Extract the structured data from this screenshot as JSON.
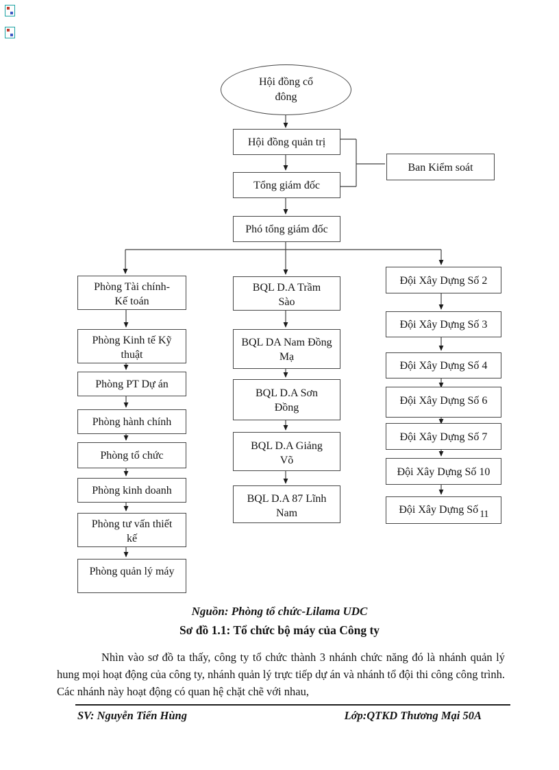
{
  "icons": {
    "image_placeholder_icon": "broken-image placeholder square"
  },
  "diagram": {
    "shareholders": {
      "l1": "Hội đồng cổ",
      "l2": "đông"
    },
    "board_of_directors": "Hội đồng quản trị",
    "supervisory_board": "Ban Kiểm soát",
    "general_director": "Tổng giám đốc",
    "deputy_general_director": "Phó tổng giám đốc",
    "departments": [
      {
        "l1": "Phòng Tài  chính-",
        "l2": "Kế toán"
      },
      {
        "l1": "Phòng Kinh tế Kỹ",
        "l2": "thuật"
      },
      {
        "l1": "Phòng PT Dự án"
      },
      {
        "l1": "Phòng hành chính"
      },
      {
        "l1": "Phòng tổ chức"
      },
      {
        "l1": "Phòng kinh doanh"
      },
      {
        "l1": "Phòng tư vấn thiết",
        "l2": "kế"
      },
      {
        "l1": "Phòng quản lý máy"
      }
    ],
    "project_boards": [
      {
        "l1": "BQL D.A Trầm",
        "l2": "Sào"
      },
      {
        "l1": "BQL DA Nam Đồng",
        "l2": "Mạ"
      },
      {
        "l1": "BQL D.A Sơn",
        "l2": "Đồng"
      },
      {
        "l1": "BQL D.A Giảng",
        "l2": "Võ"
      },
      {
        "l1": "BQL D.A 87 Lĩnh",
        "l2": "Nam"
      }
    ],
    "construction_teams": [
      {
        "label": "Đội Xây Dựng Số 2"
      },
      {
        "label": "Đội Xây Dựng Số 3"
      },
      {
        "label": "Đội Xây Dựng Số 4"
      },
      {
        "label": "Đội Xây Dựng Số 6"
      },
      {
        "label": "Đội Xây Dựng Số 7"
      },
      {
        "label": "Đội Xây Dựng Số 10"
      },
      {
        "label": "Đội Xây Dựng Số",
        "sub": "11"
      }
    ]
  },
  "caption": {
    "source": "Nguồn: Phòng tổ chức-Lilama UDC",
    "title": "Sơ đồ 1.1: Tổ chức bộ máy của Công ty"
  },
  "body": {
    "paragraph": "Nhìn vào sơ đồ ta thấy, công ty tổ chức thành 3 nhánh chức năng đó là nhánh quản lý hung mọi hoạt động của công ty, nhánh quản lý trực tiếp dự án và nhánh tổ đội thi công công trình. Các nhánh này hoạt động có quan hệ chặt chẽ với nhau,"
  },
  "footer": {
    "student": "SV: Nguyễn Tiến Hùng",
    "class": "Lớp:QTKD Thương Mại 50A"
  }
}
